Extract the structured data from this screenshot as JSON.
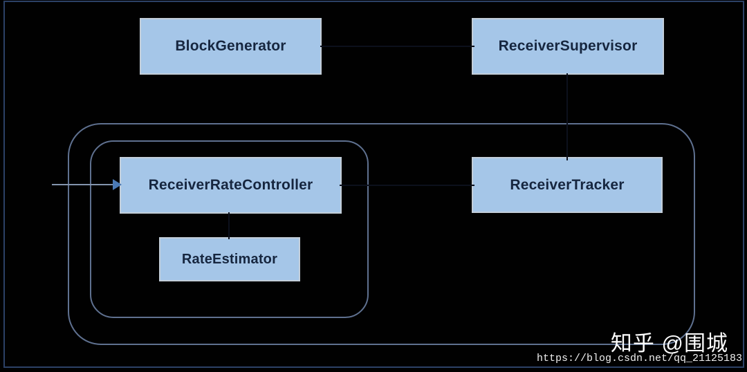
{
  "diagram": {
    "nodes": [
      {
        "label": "BlockGenerator"
      },
      {
        "label": "ReceiverSupervisor"
      },
      {
        "label": "ReceiverRateController"
      },
      {
        "label": "ReceiverTracker"
      },
      {
        "label": "RateEstimator"
      }
    ],
    "groups": [
      {
        "name": "outer-group-outline"
      },
      {
        "name": "inner-group-outline"
      }
    ],
    "connectors": [
      {
        "from": "BlockGenerator",
        "to": "ReceiverSupervisor"
      },
      {
        "from": "ReceiverSupervisor",
        "to": "ReceiverTracker"
      },
      {
        "from": "ReceiverRateController",
        "to": "ReceiverTracker"
      },
      {
        "from": "ReceiverRateController",
        "to": "RateEstimator"
      },
      {
        "from": "external-left",
        "to": "ReceiverRateController",
        "style": "arrow"
      }
    ],
    "colors": {
      "background": "#010101",
      "node_fill": "#a5c6e8",
      "node_border": "#c3ced9",
      "node_text": "#16263f",
      "group_outline": "#5f7190",
      "frame_border": "#2c4166",
      "arrow_line": "#8495ae",
      "arrow_head": "#4b7ab6",
      "hidden_connector": "#0c101c",
      "watermark_text": "#fdfdfd"
    }
  },
  "watermark": {
    "brand": "知乎 @围城",
    "url": "https://blog.csdn.net/qq_21125183"
  }
}
